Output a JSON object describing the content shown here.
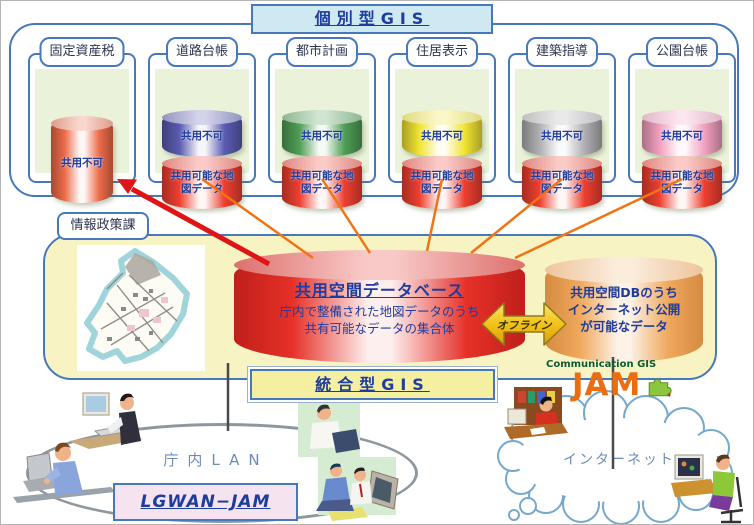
{
  "colors": {
    "border_blue": "#4878bc",
    "text_blue": "#1e3c9e",
    "header_bg": "#cfe9f3",
    "yellow_panel": "#f8f3c2",
    "yellow_label": "#f5efa2",
    "green_panel": "#eaf2da",
    "red_cyl": "#ee3f30",
    "central_red": "#e63028",
    "orange_cyl": "#f0a85c",
    "cyl_single_red": "#ec6a48",
    "cyl_blue": "#5b5bb2",
    "cyl_green": "#4f9e55",
    "cyl_yellow": "#f2e433",
    "cyl_silver": "#b0b0b4",
    "cyl_pink": "#f2a0c0",
    "offline_gold": "#f2c318",
    "orange_line": "#f07414",
    "red_arrow": "#e01414",
    "jam_orange": "#ea6d12",
    "jam_green": "#0c5c34",
    "lan_text": "#6e8cb4",
    "lgwan_bg": "#f5e3f0",
    "cloud_stroke": "#74a8cc",
    "ellipse_stroke": "#8e979e"
  },
  "individual_gis": {
    "title": "個別型GIS",
    "departments": [
      {
        "label": "固定資産税",
        "top_text": "共用不可",
        "bottom_text": ""
      },
      {
        "label": "道路台帳",
        "top_text": "共用不可",
        "bottom_text": "共用可能な地図データ"
      },
      {
        "label": "都市計画",
        "top_text": "共用不可",
        "bottom_text": "共用可能な地図データ"
      },
      {
        "label": "住居表示",
        "top_text": "共用不可",
        "bottom_text": "共用可能な地図データ"
      },
      {
        "label": "建築指導",
        "top_text": "共用不可",
        "bottom_text": "共用可能な地図データ"
      },
      {
        "label": "公園台帳",
        "top_text": "共用不可",
        "bottom_text": "共用可能な地図データ"
      }
    ]
  },
  "info_section": {
    "label": "情報政策課",
    "db_title": "共用空間データベース",
    "db_desc": [
      "庁内で整備された地図データのうち",
      "共有可能なデータの集合体"
    ],
    "offline_label": "オフライン",
    "internet_db_lines": [
      "共用空間DBのうち",
      "インターネット公開",
      "が可能なデータ"
    ],
    "integrated_title": "統合型GIS"
  },
  "jam": {
    "brand_small": "Communication GIS",
    "brand_large": "JAM"
  },
  "network": {
    "lan_label": "庁内LAN",
    "lgwan_label": "LGWAN−JAM",
    "internet_label": "インターネット"
  },
  "icons": {
    "puzzle": "puzzle-piece-icon",
    "map": "city-map-image",
    "cloud": "internet-cloud-icon",
    "people": [
      "desktop-user",
      "laptop-user",
      "laptop-user-green-bg",
      "two-people-meeting",
      "red-shirt-desk-user",
      "green-shirt-desk-user"
    ]
  }
}
